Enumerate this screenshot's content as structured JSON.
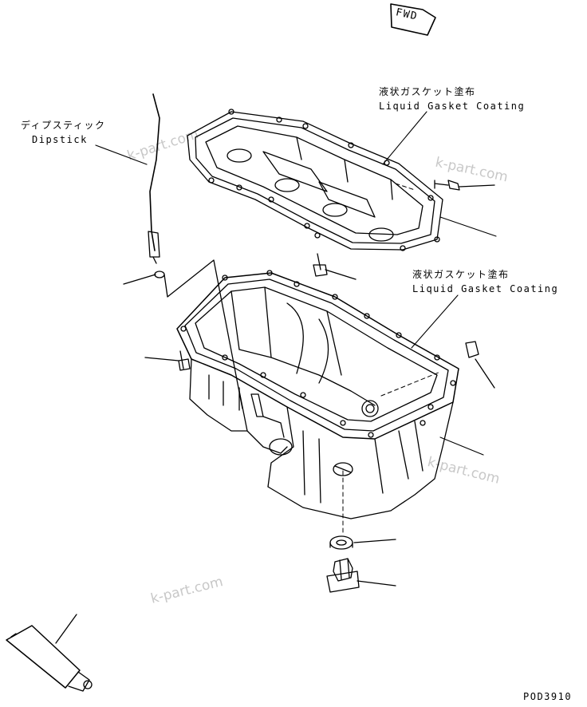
{
  "labels": {
    "dipstick_jp": "ディプスティック",
    "dipstick_en": "Dipstick",
    "gasket_upper_jp": "液状ガスケット塗布",
    "gasket_upper_en": "Liquid Gasket Coating",
    "gasket_lower_jp": "液状ガスケット塗布",
    "gasket_lower_en": "Liquid Gasket Coating",
    "fwd": "FWD",
    "drawing_number": "POD3910"
  },
  "watermarks": [
    "k-part.com",
    "k-part.com",
    "k-part.com",
    "k-part.com"
  ]
}
